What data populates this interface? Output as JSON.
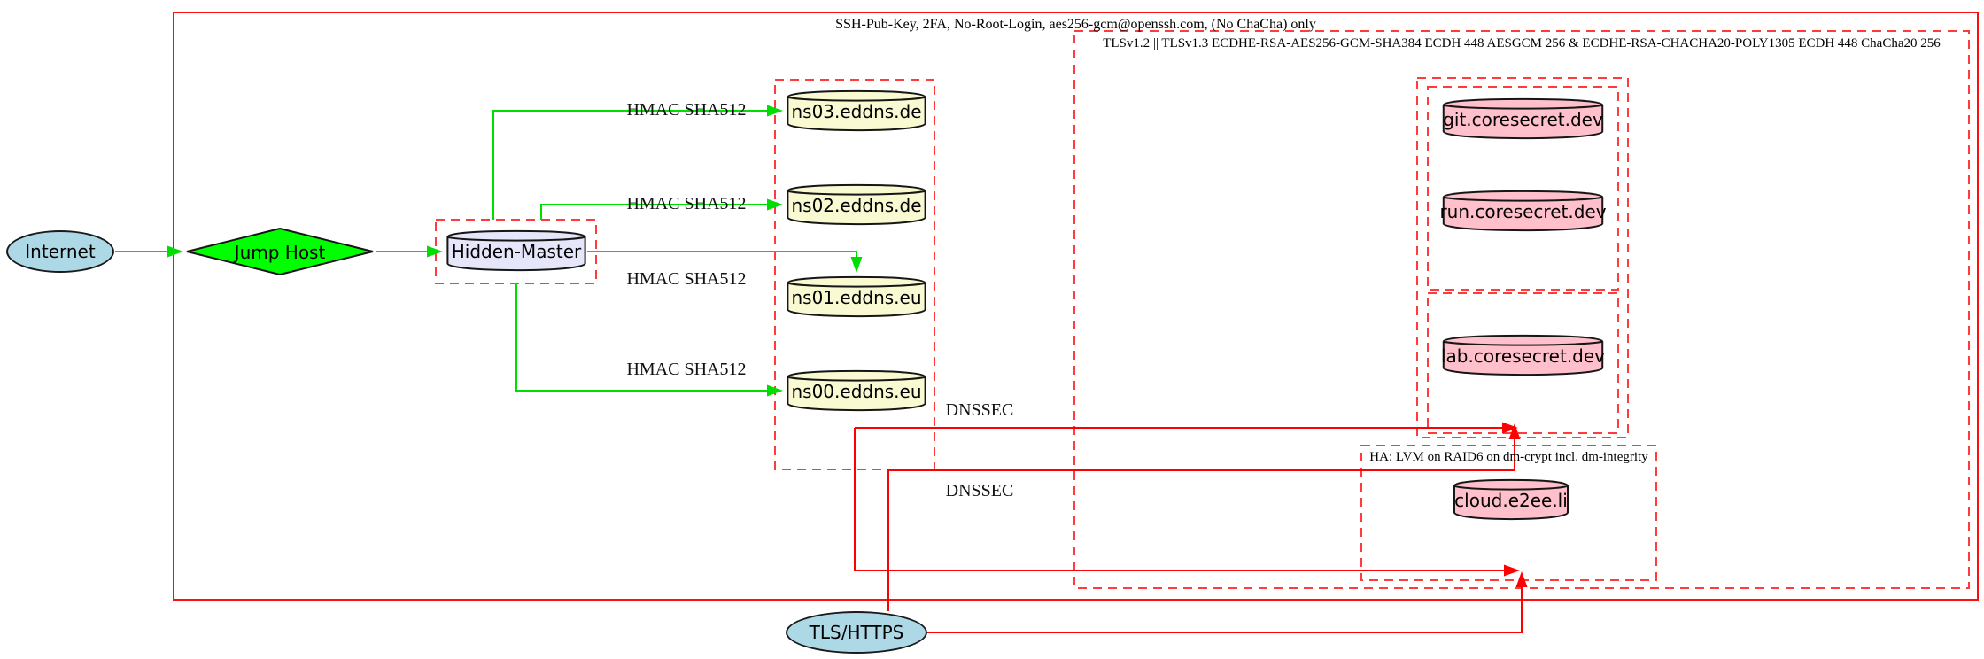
{
  "clusters": {
    "ssh": {
      "label": "SSH-Pub-Key, 2FA, No-Root-Login, aes256-gcm@openssh.com, (No ChaCha) only",
      "border_style": "solid",
      "border_color": "#fd0e0e"
    },
    "tls": {
      "label": "TLSv1.2 || TLSv1.3 ECDHE-RSA-AES256-GCM-SHA384 ECDH 448 AESGCM 256 & ECDHE-RSA-CHACHA20-POLY1305 ECDH 448 ChaCha20 256",
      "border_style": "dashed",
      "border_color": "#ff3b3b"
    },
    "ha": {
      "label": "HA: LVM on RAID6 on dm-crypt incl. dm-integrity",
      "border_style": "dashed",
      "border_color": "#ff3b3b"
    },
    "eddns": {
      "label": "",
      "border_style": "dashed",
      "border_color": "#ff3b3b"
    },
    "hidden_master_box": {
      "label": "",
      "border_style": "dashed",
      "border_color": "#ff3b3b"
    },
    "coresecret_outer": {
      "label": "",
      "border_style": "dashed",
      "border_color": "#ff3b3b"
    },
    "coresecret_gitrun": {
      "label": "",
      "border_style": "dashed",
      "border_color": "#ff3b3b"
    },
    "coresecret_lab": {
      "label": "",
      "border_style": "dashed",
      "border_color": "#ff3b3b"
    }
  },
  "nodes": {
    "internet": {
      "label": "Internet",
      "shape": "ellipse",
      "fill": "#ADD8E6"
    },
    "jump_host": {
      "label": "Jump Host",
      "shape": "diamond",
      "fill": "#00FF00"
    },
    "hidden_master": {
      "label": "Hidden-Master",
      "shape": "cylinder",
      "fill": "#E6E6FA"
    },
    "ns03": {
      "label": "ns03.eddns.de",
      "shape": "cylinder",
      "fill": "#FAFAD2"
    },
    "ns02": {
      "label": "ns02.eddns.de",
      "shape": "cylinder",
      "fill": "#FAFAD2"
    },
    "ns01": {
      "label": "ns01.eddns.eu",
      "shape": "cylinder",
      "fill": "#FAFAD2"
    },
    "ns00": {
      "label": "ns00.eddns.eu",
      "shape": "cylinder",
      "fill": "#FAFAD2"
    },
    "git": {
      "label": "git.coresecret.dev",
      "shape": "cylinder",
      "fill": "#FFC0CB"
    },
    "run": {
      "label": "run.coresecret.dev",
      "shape": "cylinder",
      "fill": "#FFC0CB"
    },
    "lab": {
      "label": "lab.coresecret.dev",
      "shape": "cylinder",
      "fill": "#FFC0CB"
    },
    "cloud": {
      "label": "cloud.e2ee.li",
      "shape": "cylinder",
      "fill": "#FFC0CB"
    },
    "tls_https": {
      "label": "TLS/HTTPS",
      "shape": "ellipse",
      "fill": "#ADD8E6"
    }
  },
  "edges": {
    "hmac_ns03": "HMAC SHA512",
    "hmac_ns02": "HMAC SHA512",
    "hmac_ns01": "HMAC SHA512",
    "hmac_ns00": "HMAC SHA512",
    "dnssec_upper": "DNSSEC",
    "dnssec_lower": "DNSSEC"
  },
  "colors": {
    "edge_green": "#00dd00",
    "edge_red": "#ff0000",
    "cluster_dashed_red": "#ff3b3b",
    "outer_box_red": "#fd0e0e",
    "node_border": "#161616",
    "fill_lightblue": "#ADD8E6",
    "fill_green": "#00FF00",
    "fill_lavender": "#E6E6FA",
    "fill_lightyellow": "#FAFAD2",
    "fill_pink": "#FFC0CB"
  }
}
